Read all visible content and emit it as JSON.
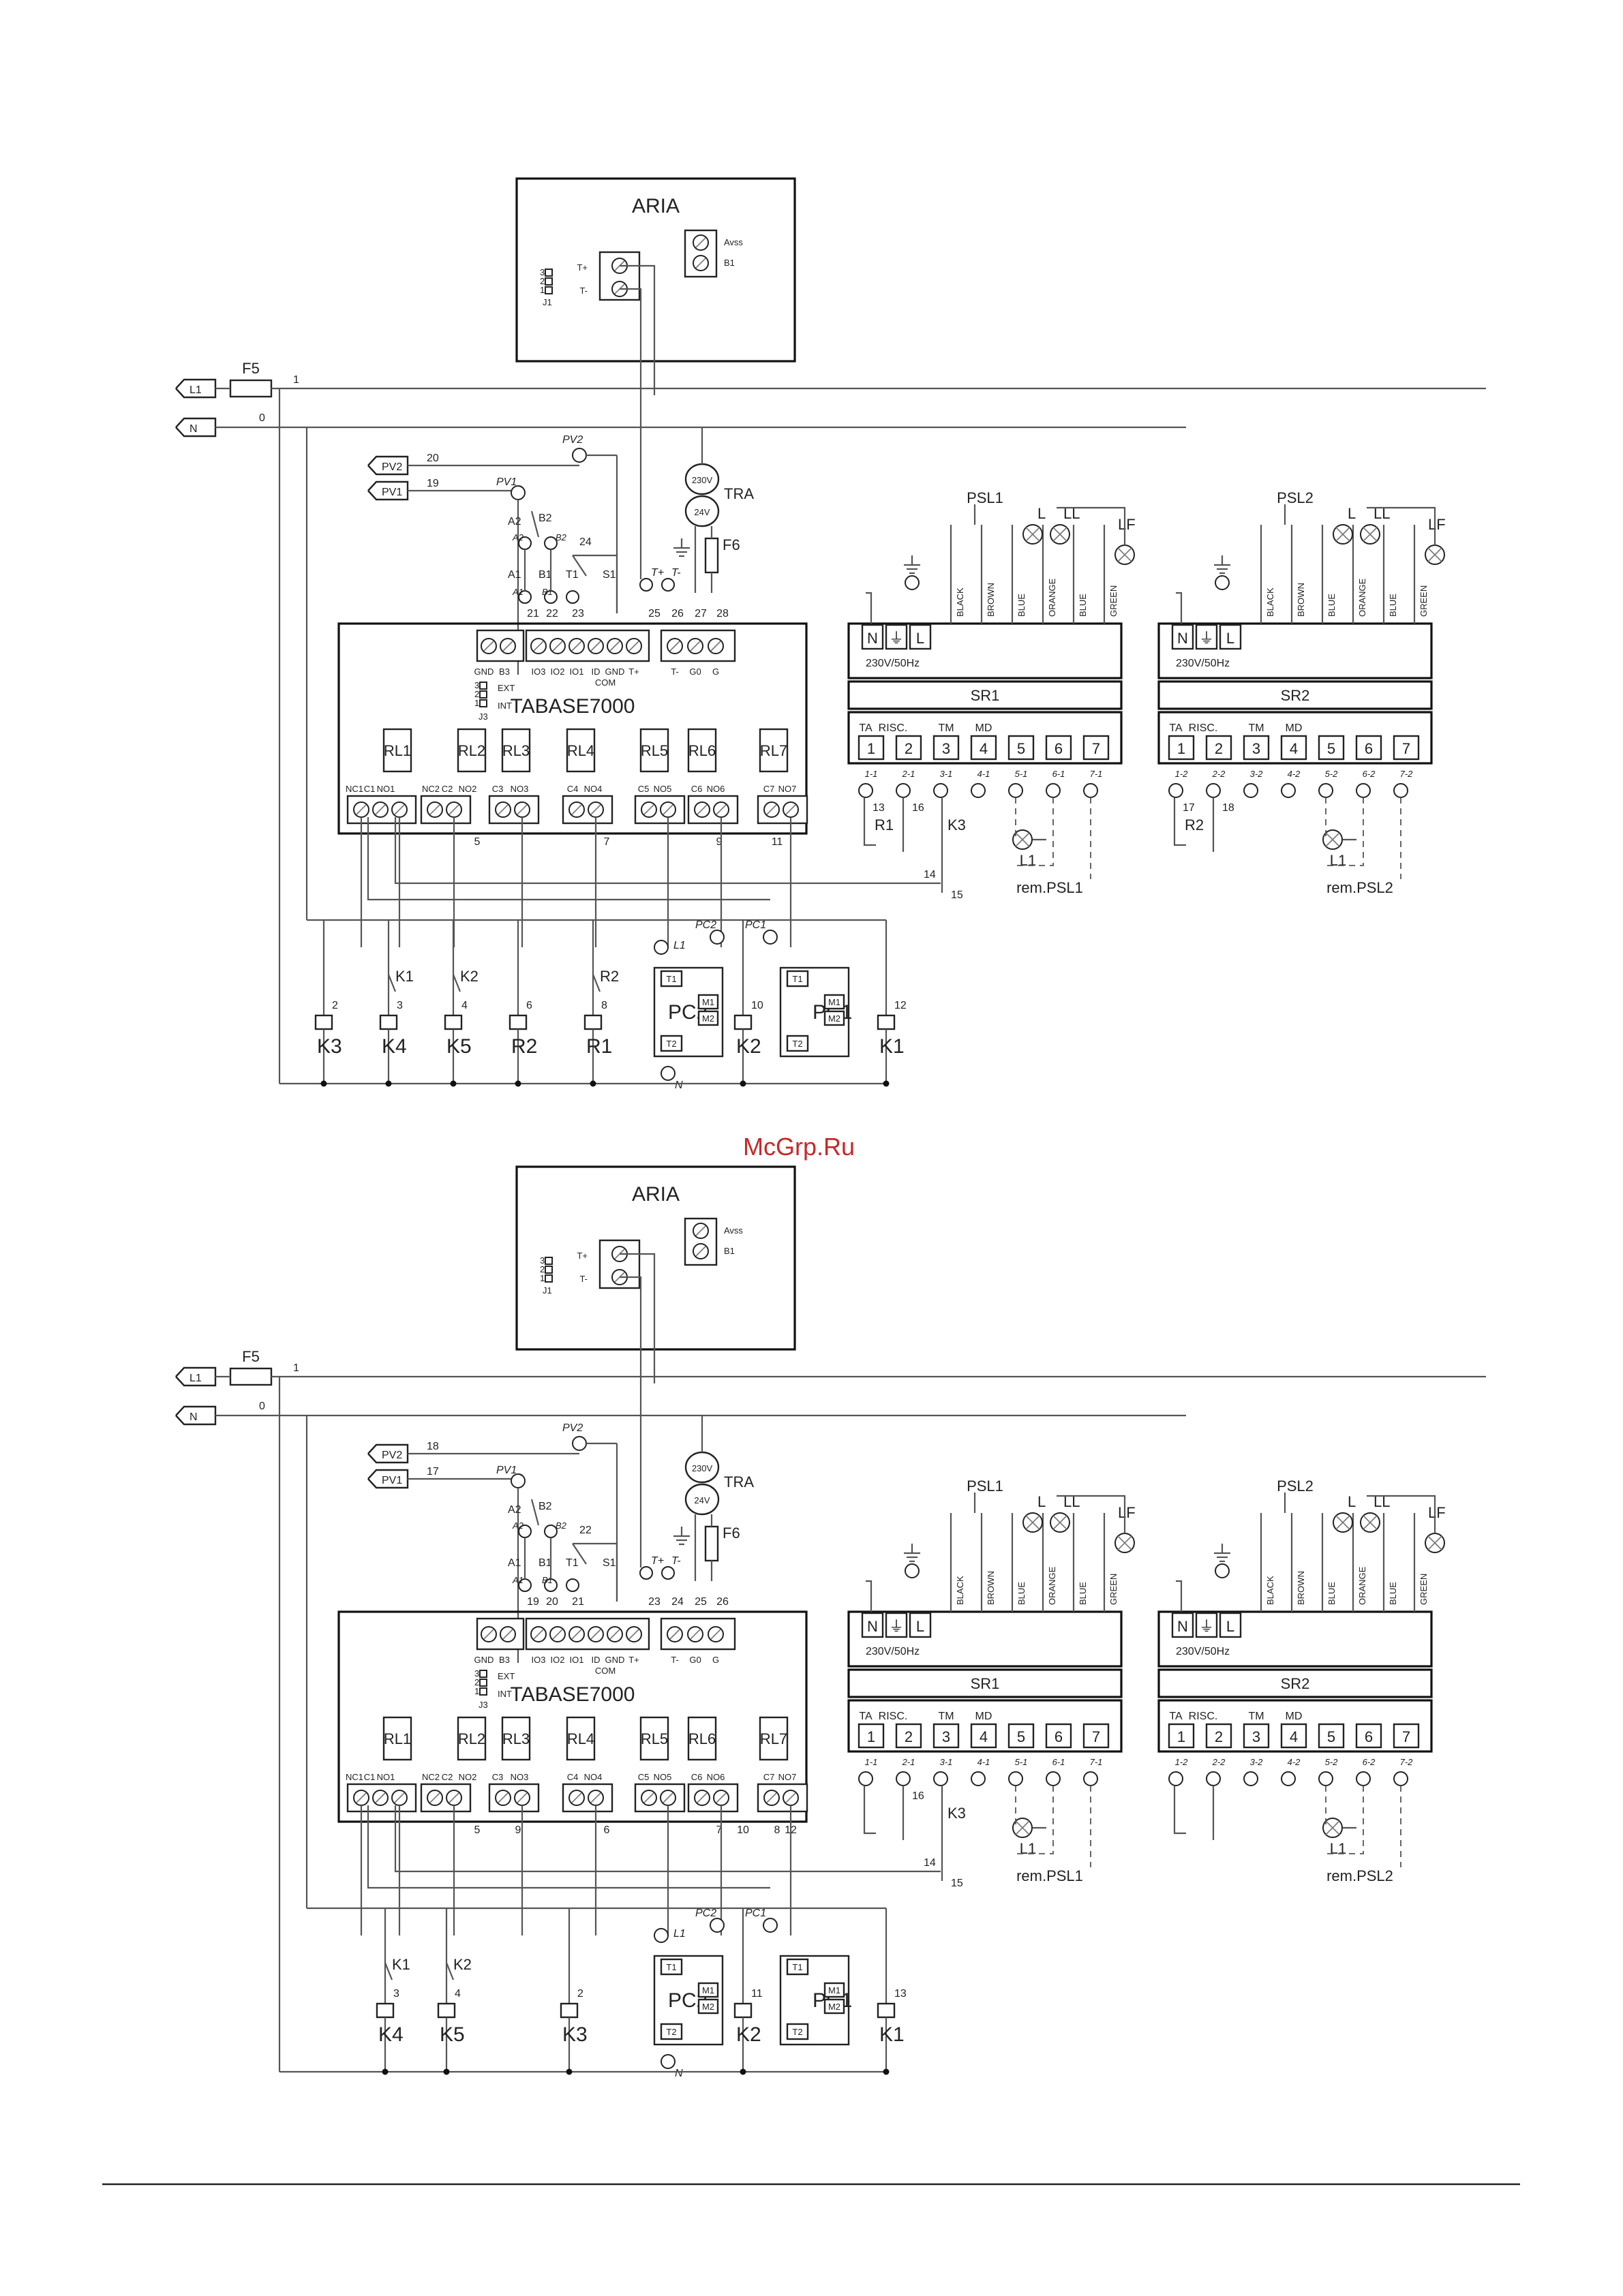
{
  "watermark": "McGrp.Ru",
  "diagrams": [
    {
      "aria": {
        "title": "ARIA",
        "t_plus": "T+",
        "t_minus": "T-",
        "avss": "Avss",
        "b1": "B1",
        "j1": "J1",
        "j1_pins": [
          "3",
          "2",
          "1"
        ]
      },
      "feeds": {
        "l1": "L1",
        "n": "N",
        "fuse": "F5",
        "wire_l": "1",
        "wire_n": "0"
      },
      "pv": {
        "pv2": "PV2",
        "pv1": "PV1",
        "w_pv2": "20",
        "w_pv1": "19",
        "pv2_sw": "PV2",
        "pv1_sw": "PV1"
      },
      "chain": {
        "a2": "A2",
        "b2": "B2",
        "a2i": "A2",
        "b2i": "B2",
        "a1": "A1",
        "b1": "B1",
        "t1": "T1",
        "s1": "S1",
        "a1i": "A1",
        "b1i": "B1",
        "w24": "24",
        "tp": "T+",
        "tm": "T-"
      },
      "tra": {
        "label": "TRA",
        "v1": "230V",
        "v2": "24V",
        "fuse": "F6"
      },
      "wires_top": [
        "21",
        "22",
        "23",
        "25",
        "26",
        "27",
        "28"
      ],
      "tabase": {
        "title": "TABASE7000",
        "term_left": [
          "GND",
          "B3"
        ],
        "term_mid": [
          "IO3",
          "IO2",
          "IO1",
          "ID",
          "GND",
          "T+"
        ],
        "com": "COM",
        "term_right": [
          "T-",
          "G0",
          "G"
        ],
        "j3": "J3",
        "ext": "EXT",
        "int": "INT",
        "j3_pins": [
          "3",
          "2",
          "1"
        ],
        "relays": [
          "RL1",
          "RL2",
          "RL3",
          "RL4",
          "RL5",
          "RL6",
          "RL7"
        ],
        "bottom_terms": [
          "NC1",
          "C1",
          "NO1",
          "NC2",
          "C2",
          "NO2",
          "C3",
          "NO3",
          "C4",
          "NO4",
          "C5",
          "NO5",
          "C6",
          "NO6",
          "C7",
          "NO7"
        ],
        "wires_bottom": [
          "5",
          "7",
          "9",
          "11"
        ]
      },
      "sr": [
        {
          "name": "SR1",
          "psl": "PSL1",
          "power": "230V/50Hz",
          "inputs": [
            "N",
            "⏚",
            "L"
          ],
          "colors": [
            "BLACK",
            "BROWN",
            "BLUE",
            "ORANGE",
            "BLUE",
            "GREEN"
          ],
          "lamps": [
            "L",
            "LL",
            "LF"
          ],
          "labels": [
            "TA",
            "RISC.",
            "TM",
            "MD"
          ],
          "nums": [
            "1",
            "2",
            "3",
            "4",
            "5",
            "6",
            "7"
          ],
          "subs": [
            "1-1",
            "2-1",
            "3-1",
            "4-1",
            "5-1",
            "6-1",
            "7-1"
          ],
          "rem": "rem.PSL1",
          "lamp": "L1",
          "w_a": "13",
          "w_b": "16",
          "rel": "R1",
          "k": "K3"
        },
        {
          "name": "SR2",
          "psl": "PSL2",
          "power": "230V/50Hz",
          "inputs": [
            "N",
            "⏚",
            "L"
          ],
          "colors": [
            "BLACK",
            "BROWN",
            "BLUE",
            "ORANGE",
            "BLUE",
            "GREEN"
          ],
          "lamps": [
            "L",
            "LL",
            "LF"
          ],
          "labels": [
            "TA",
            "RISC.",
            "TM",
            "MD"
          ],
          "nums": [
            "1",
            "2",
            "3",
            "4",
            "5",
            "6",
            "7"
          ],
          "subs": [
            "1-2",
            "2-2",
            "3-2",
            "4-2",
            "5-2",
            "6-2",
            "7-2"
          ],
          "rem": "rem.PSL2",
          "lamp": "L1",
          "w_a": "17",
          "w_b": "18",
          "rel": "R2"
        }
      ],
      "bus": [
        "14",
        "15"
      ],
      "coils": [
        {
          "name": "K3",
          "num": "2"
        },
        {
          "name": "K4",
          "num": "3",
          "contact": "K1"
        },
        {
          "name": "K5",
          "num": "4",
          "contact": "K2"
        },
        {
          "name": "R2",
          "num": "6"
        },
        {
          "name": "R1",
          "num": "8",
          "contact": "R2"
        },
        {
          "name": "K2",
          "num": "10"
        },
        {
          "name": "K1",
          "num": "12"
        }
      ],
      "pc": {
        "pc2": "PC2",
        "pc1": "PC1",
        "pc2_sw": "PC2",
        "pc1_sw": "PC1",
        "l1": "L1",
        "n": "N",
        "t1": "T1",
        "t2": "T2",
        "m1": "M1",
        "m2": "M2"
      }
    },
    {
      "aria": {
        "title": "ARIA",
        "t_plus": "T+",
        "t_minus": "T-",
        "avss": "Avss",
        "b1": "B1",
        "j1": "J1",
        "j1_pins": [
          "3",
          "2",
          "1"
        ]
      },
      "feeds": {
        "l1": "L1",
        "n": "N",
        "fuse": "F5",
        "wire_l": "1",
        "wire_n": "0"
      },
      "pv": {
        "pv2": "PV2",
        "pv1": "PV1",
        "w_pv2": "18",
        "w_pv1": "17",
        "pv2_sw": "PV2",
        "pv1_sw": "PV1"
      },
      "chain": {
        "a2": "A2",
        "b2": "B2",
        "a2i": "A2",
        "b2i": "B2",
        "a1": "A1",
        "b1": "B1",
        "t1": "T1",
        "s1": "S1",
        "a1i": "A1",
        "b1i": "B1",
        "w24": "22",
        "tp": "T+",
        "tm": "T-"
      },
      "tra": {
        "label": "TRA",
        "v1": "230V",
        "v2": "24V",
        "fuse": "F6"
      },
      "wires_top": [
        "19",
        "20",
        "21",
        "23",
        "24",
        "25",
        "26"
      ],
      "tabase": {
        "title": "TABASE7000",
        "term_left": [
          "GND",
          "B3"
        ],
        "term_mid": [
          "IO3",
          "IO2",
          "IO1",
          "ID",
          "GND",
          "T+"
        ],
        "com": "COM",
        "term_right": [
          "T-",
          "G0",
          "G"
        ],
        "j3": "J3",
        "ext": "EXT",
        "int": "INT",
        "j3_pins": [
          "3",
          "2",
          "1"
        ],
        "relays": [
          "RL1",
          "RL2",
          "RL3",
          "RL4",
          "RL5",
          "RL6",
          "RL7"
        ],
        "bottom_terms": [
          "NC1",
          "C1",
          "NO1",
          "NC2",
          "C2",
          "NO2",
          "C3",
          "NO3",
          "C4",
          "NO4",
          "C5",
          "NO5",
          "C6",
          "NO6",
          "C7",
          "NO7"
        ],
        "wires_bottom": [
          "5",
          "6",
          "7",
          "8",
          "9",
          "10",
          "12"
        ]
      },
      "sr": [
        {
          "name": "SR1",
          "psl": "PSL1",
          "power": "230V/50Hz",
          "inputs": [
            "N",
            "⏚",
            "L"
          ],
          "colors": [
            "BLACK",
            "BROWN",
            "BLUE",
            "ORANGE",
            "BLUE",
            "GREEN"
          ],
          "lamps": [
            "L",
            "LL",
            "LF"
          ],
          "labels": [
            "TA",
            "RISC.",
            "TM",
            "MD"
          ],
          "nums": [
            "1",
            "2",
            "3",
            "4",
            "5",
            "6",
            "7"
          ],
          "subs": [
            "1-1",
            "2-1",
            "3-1",
            "4-1",
            "5-1",
            "6-1",
            "7-1"
          ],
          "rem": "rem.PSL1",
          "lamp": "L1",
          "w_a": "",
          "w_b": "16",
          "rel": "",
          "k": "K3"
        },
        {
          "name": "SR2",
          "psl": "PSL2",
          "power": "230V/50Hz",
          "inputs": [
            "N",
            "⏚",
            "L"
          ],
          "colors": [
            "BLACK",
            "BROWN",
            "BLUE",
            "ORANGE",
            "BLUE",
            "GREEN"
          ],
          "lamps": [
            "L",
            "LL",
            "LF"
          ],
          "labels": [
            "TA",
            "RISC.",
            "TM",
            "MD"
          ],
          "nums": [
            "1",
            "2",
            "3",
            "4",
            "5",
            "6",
            "7"
          ],
          "subs": [
            "1-2",
            "2-2",
            "3-2",
            "4-2",
            "5-2",
            "6-2",
            "7-2"
          ],
          "rem": "rem.PSL2",
          "lamp": "L1",
          "w_a": "",
          "w_b": "",
          "rel": ""
        }
      ],
      "bus": [
        "14",
        "15"
      ],
      "coils": [
        {
          "name": "K4",
          "num": "3",
          "contact": "K1"
        },
        {
          "name": "K5",
          "num": "4",
          "contact": "K2"
        },
        {
          "name": "K3",
          "num": "2"
        },
        {
          "name": "K2",
          "num": "11"
        },
        {
          "name": "K1",
          "num": "13"
        }
      ],
      "pc": {
        "pc2": "PC2",
        "pc1": "PC1",
        "pc2_sw": "PC2",
        "pc1_sw": "PC1",
        "l1": "L1",
        "n": "N",
        "t1": "T1",
        "t2": "T2",
        "m1": "M1",
        "m2": "M2"
      }
    }
  ]
}
